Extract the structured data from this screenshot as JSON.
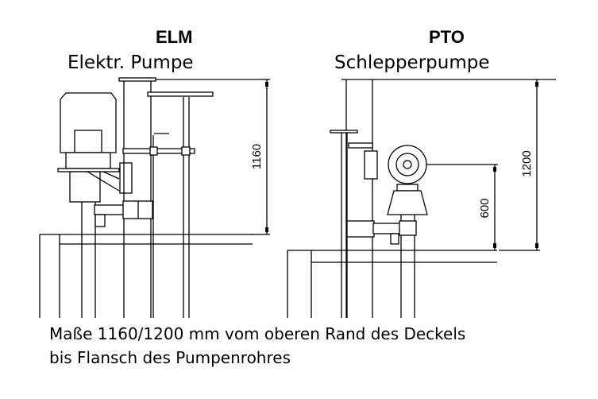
{
  "elm": {
    "code": "ELM",
    "name": "Elektr. Pumpe",
    "dimension": "1160"
  },
  "pto": {
    "code": "PTO",
    "name": "Schlepperpumpe",
    "dimension_total": "1200",
    "dimension_gearbox": "600"
  },
  "note": {
    "line1": "Maße 1160/1200 mm vom oberen Rand des Deckels",
    "line2": "bis Flansch des Pumpenrohres"
  }
}
